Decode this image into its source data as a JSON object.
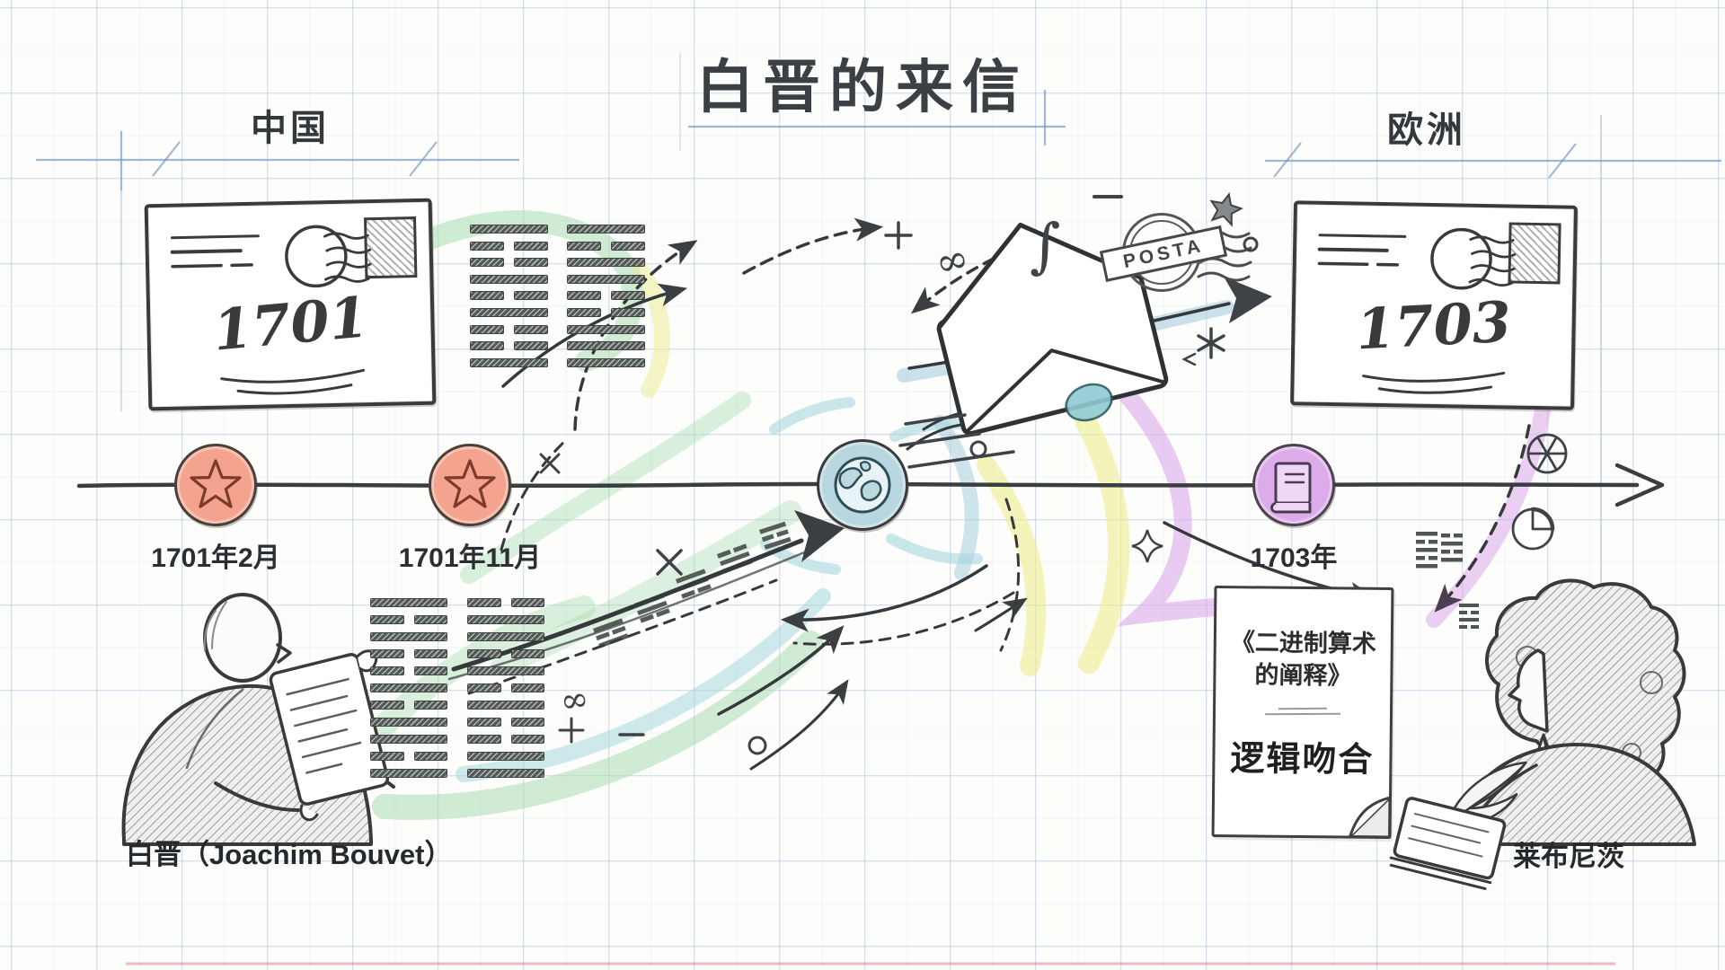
{
  "title": "白晋的来信",
  "regions": {
    "left": "中国",
    "right": "欧洲"
  },
  "envelopes": {
    "left": {
      "year": "1701"
    },
    "right": {
      "year": "1703"
    }
  },
  "mail": {
    "postmark_label": "POSTA"
  },
  "timeline": {
    "events": [
      {
        "label": "1701年2月",
        "icon": "star"
      },
      {
        "label": "1701年11月",
        "icon": "star"
      },
      {
        "label": "",
        "icon": "globe"
      },
      {
        "label": "1703年",
        "icon": "book"
      }
    ]
  },
  "document": {
    "title_line1": "《二进制算术",
    "title_line2": "的阐释》",
    "conclusion": "逻辑吻合"
  },
  "people": {
    "left": "白晋（Joachim Bouvet）",
    "right": "莱布尼茨"
  },
  "colors": {
    "star_node": "#f4a48e",
    "globe_node": "#b7d6df",
    "book_node": "#dcabe9",
    "swash_green": "#a9ddb3",
    "swash_teal": "#9fd6da",
    "swash_blue": "#a8cfe0",
    "swash_yellow": "#ecec8d",
    "swash_purple": "#dcaaea",
    "ink": "#34383b"
  },
  "hexagrams": {
    "top_left_column": [
      "solid",
      "broken",
      "broken",
      "solid",
      "broken",
      "solid",
      "broken",
      "broken",
      "solid"
    ],
    "top_right_column": [
      "solid",
      "broken",
      "solid",
      "solid",
      "broken",
      "broken",
      "solid",
      "solid",
      "solid"
    ],
    "bottom_left_column": [
      "solid",
      "broken",
      "solid",
      "broken",
      "broken",
      "solid",
      "broken",
      "solid",
      "solid",
      "broken",
      "solid"
    ],
    "bottom_right_column": [
      "broken",
      "solid",
      "solid",
      "broken",
      "solid",
      "broken",
      "solid",
      "broken",
      "broken",
      "solid",
      "solid"
    ]
  }
}
